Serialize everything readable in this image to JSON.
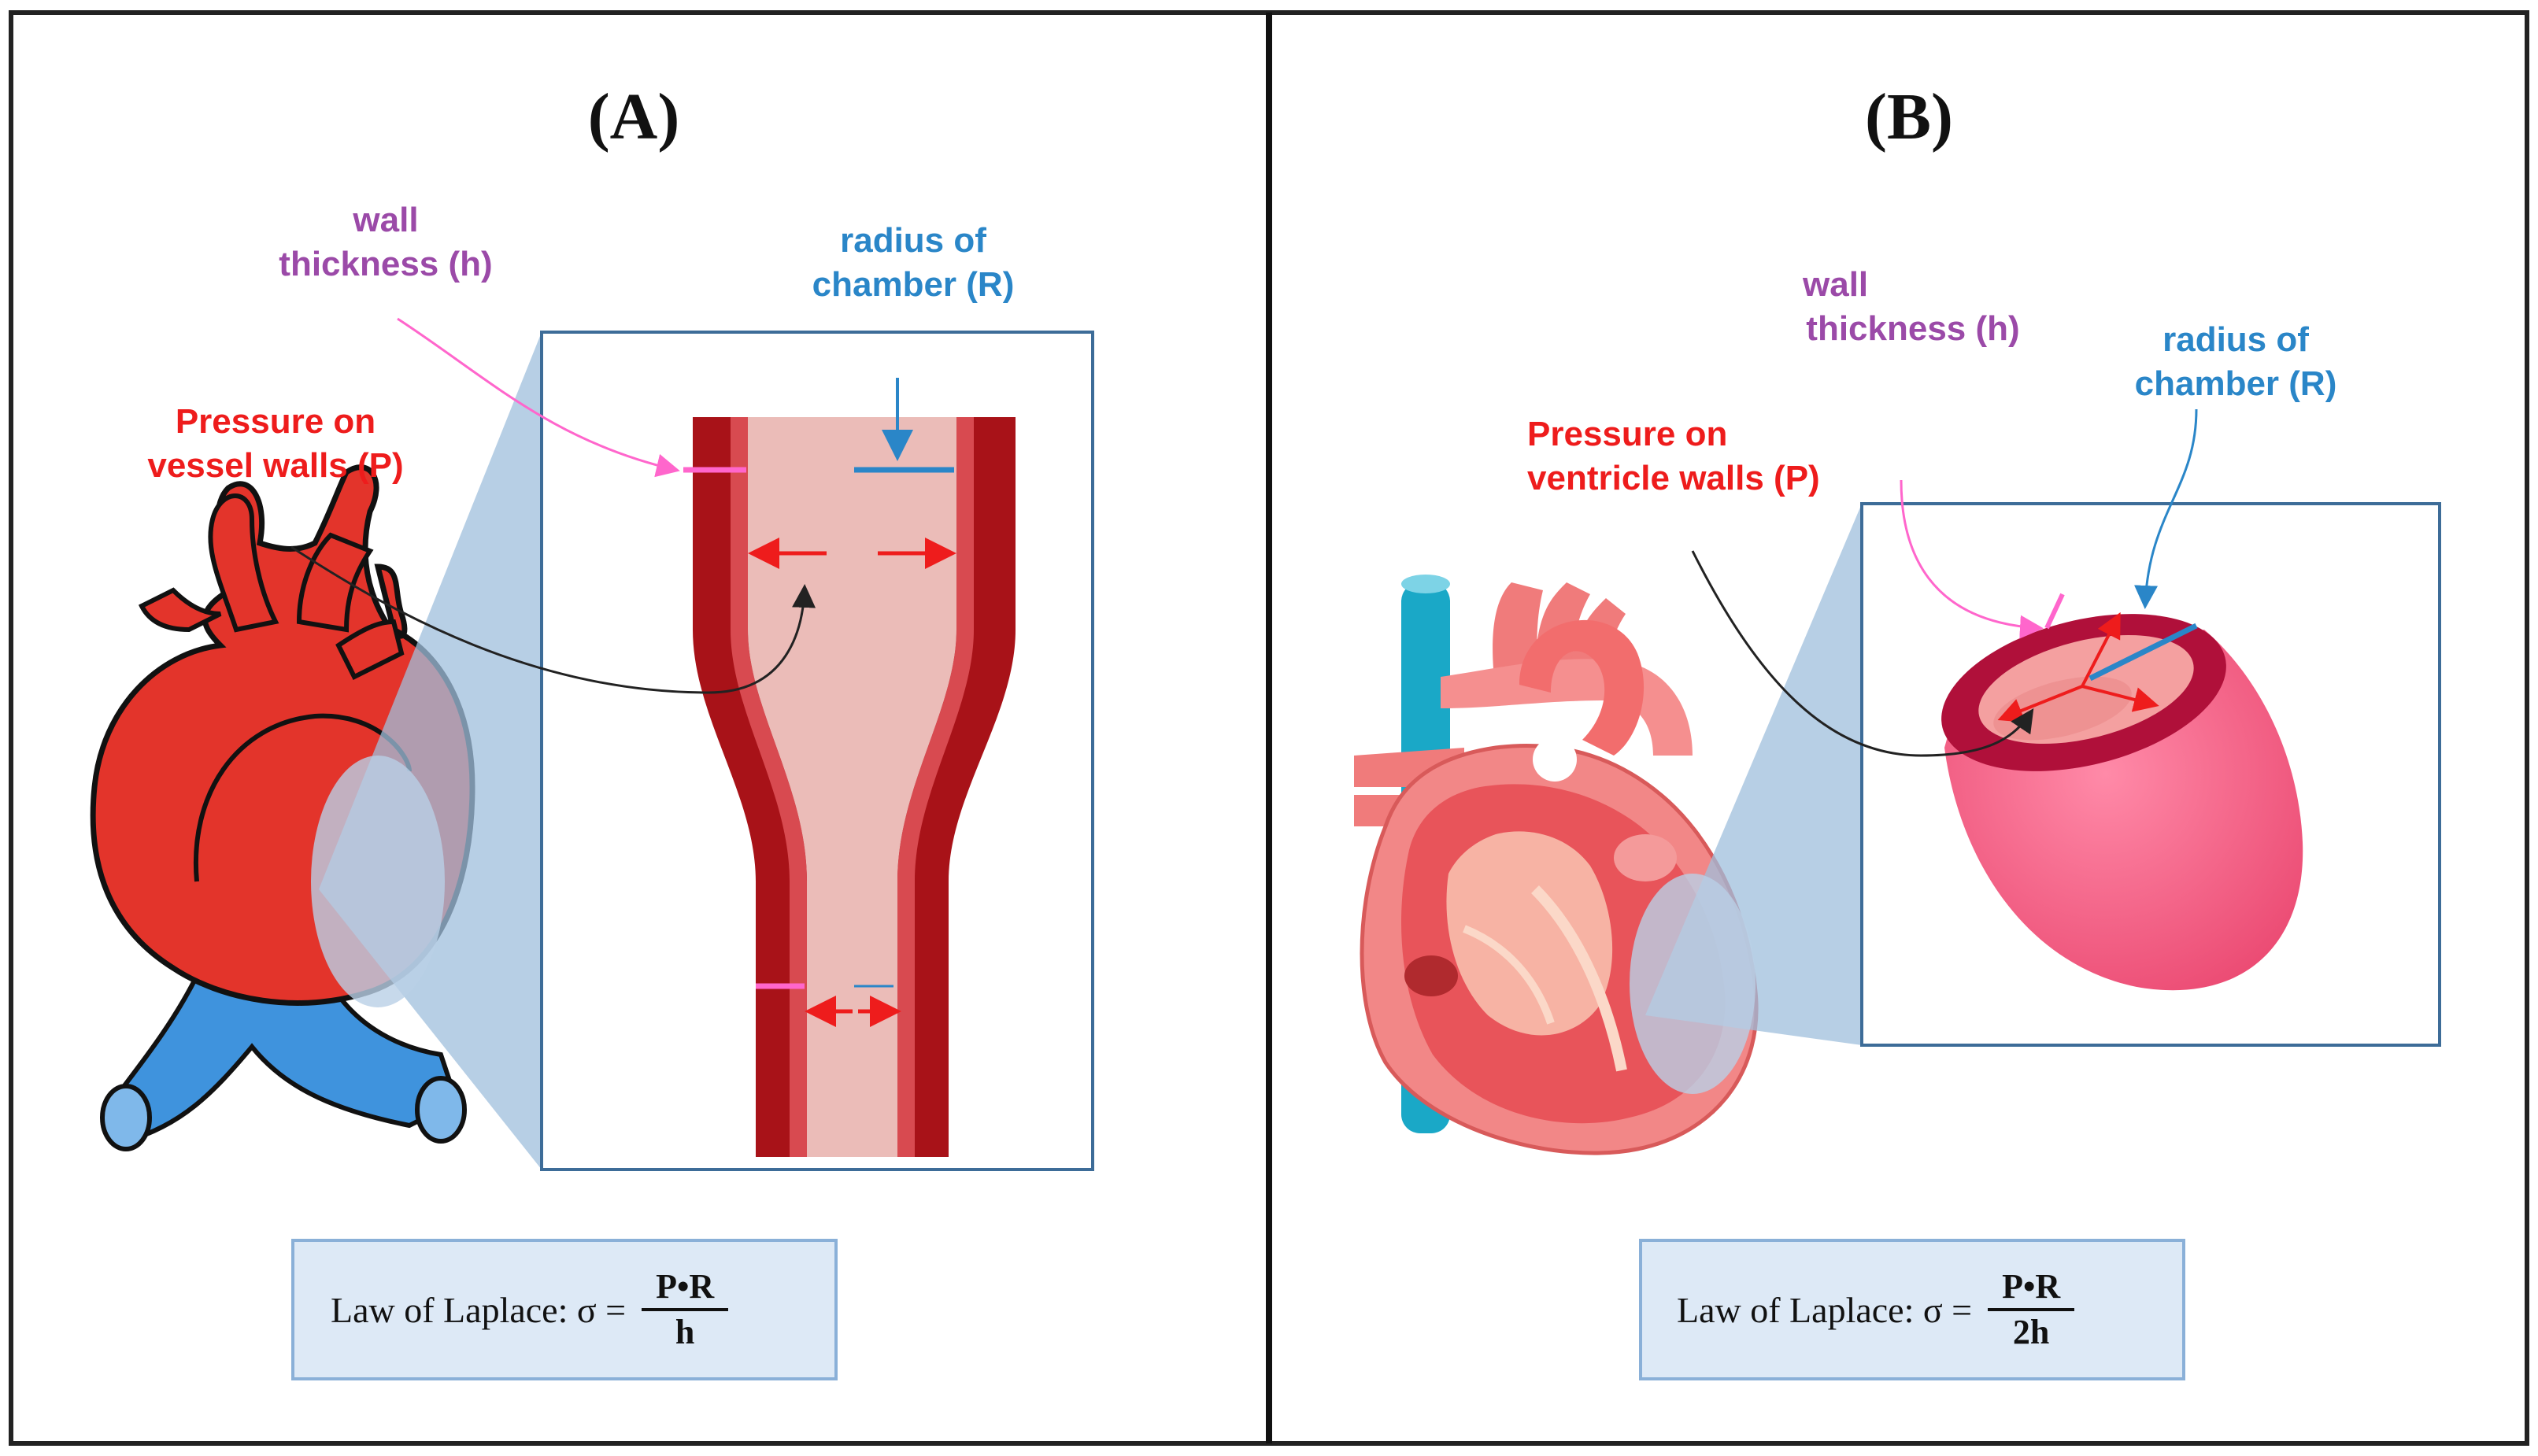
{
  "panel_a": {
    "title": "(A)",
    "wall_thickness_label": [
      "wall",
      "thickness (h)"
    ],
    "radius_label": [
      "radius of",
      "chamber (R)"
    ],
    "pressure_label": [
      "Pressure on",
      "vessel walls (P)"
    ],
    "law_prefix": "Law of Laplace:  σ =",
    "law_numerator": "P•R",
    "law_denominator": "h"
  },
  "panel_b": {
    "title": "(B)",
    "wall_thickness_label": [
      "wall",
      "thickness (h)"
    ],
    "radius_label": [
      "radius of",
      "chamber (R)"
    ],
    "pressure_label": [
      "Pressure on",
      "ventricle walls (P)"
    ],
    "law_prefix": "Law of Laplace:  σ =",
    "law_numerator": "P•R",
    "law_denominator": "2h"
  },
  "colors": {
    "wall_thickness": "#ff66cc",
    "radius": "#2a86c8",
    "pressure": "#ee1c1c",
    "vessel_wall": "#a81218",
    "vessel_lumen": "#ebbcb8",
    "zoom_panel": "#9fbfdc"
  }
}
